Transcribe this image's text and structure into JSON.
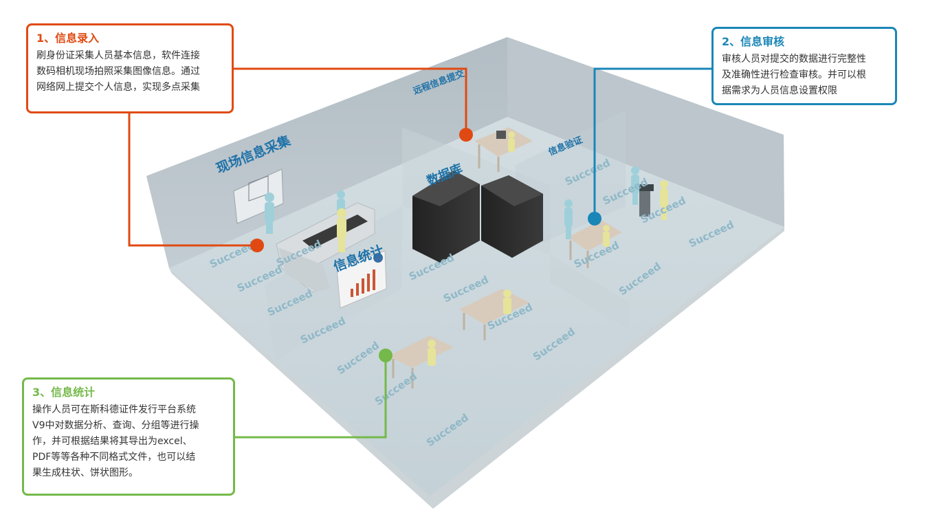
{
  "callouts": {
    "entry": {
      "title": "1、信息录入",
      "lines": [
        "刷身份证采集人员基本信息，软件连接",
        "数码相机现场拍照采集图像信息。通过",
        "网络网上提交个人信息，实现多点采集"
      ],
      "color": "#e04a12"
    },
    "review": {
      "title": "2、信息审核",
      "lines": [
        "审核人员对提交的数据进行完整性",
        "及准确性进行检查审核。并可以根",
        "据需求为人员信息设置权限"
      ],
      "color": "#1a86b8"
    },
    "stats": {
      "title": "3、信息统计",
      "lines": [
        "操作人员可在斯科德证件发行平台系统",
        "V9中对数据分析、查询、分组等进行操",
        "作，并可根据结果将其导出为excel、",
        "PDF等等各种不同格式文件，也可以结",
        "果生成柱状、饼状图形。"
      ],
      "color": "#74b94a"
    }
  },
  "zones": {
    "onsite": "现场信息采集",
    "remote": "远程信息提交",
    "verify": "信息验证",
    "database": "数据库",
    "statistics": "信息统计"
  },
  "watermark": "Succeed",
  "colors": {
    "floor": "#c9d6dc",
    "wall": "#b7c2c9",
    "zone_text": "#1f72a8",
    "watermark": "#8fb8c8"
  }
}
